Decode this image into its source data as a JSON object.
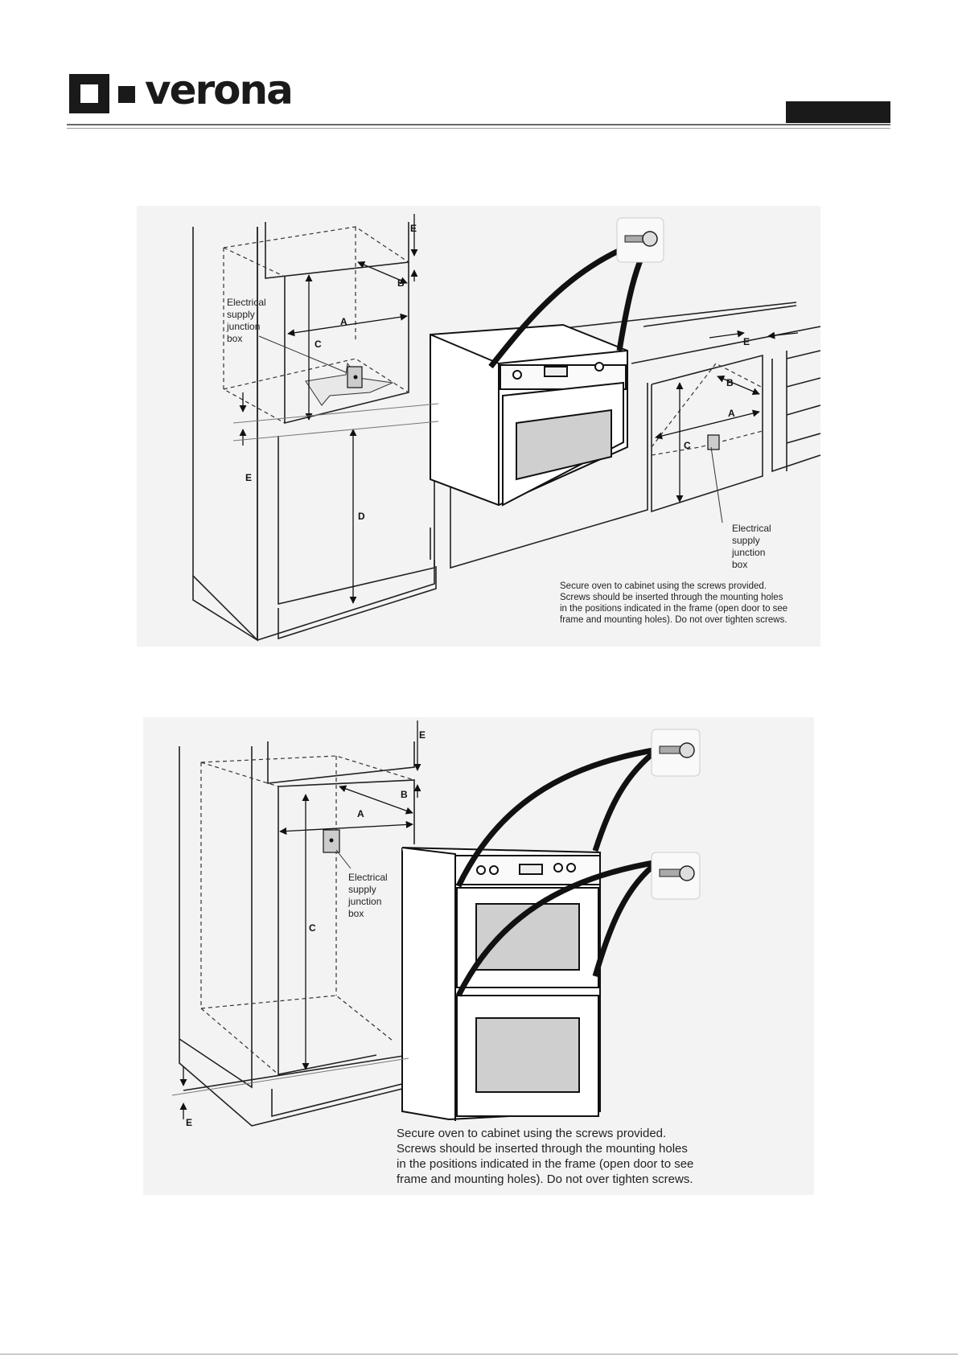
{
  "header": {
    "brand": "verona"
  },
  "figure1": {
    "dims": {
      "a": "A",
      "b": "B",
      "c": "C",
      "d": "D",
      "e": "E"
    },
    "junction_label_lines": [
      "Electrical",
      "supply",
      "junction",
      "box"
    ],
    "caption_lines": [
      "Secure oven to cabinet using the screws provided.",
      "Screws should be inserted through the mounting holes",
      "in the positions indicated in the frame (open door to see",
      "frame and mounting holes). Do not over tighten screws."
    ]
  },
  "figure2": {
    "dims": {
      "a": "A",
      "b": "B",
      "c": "C",
      "e": "E"
    },
    "junction_label_lines": [
      "Electrical",
      "supply",
      "junction",
      "box"
    ],
    "caption_lines": [
      "Secure oven to cabinet using the screws provided.",
      "Screws should be inserted through the mounting holes",
      "in the positions indicated in the frame (open door to see",
      "frame and mounting holes). Do not over tighten screws."
    ]
  }
}
